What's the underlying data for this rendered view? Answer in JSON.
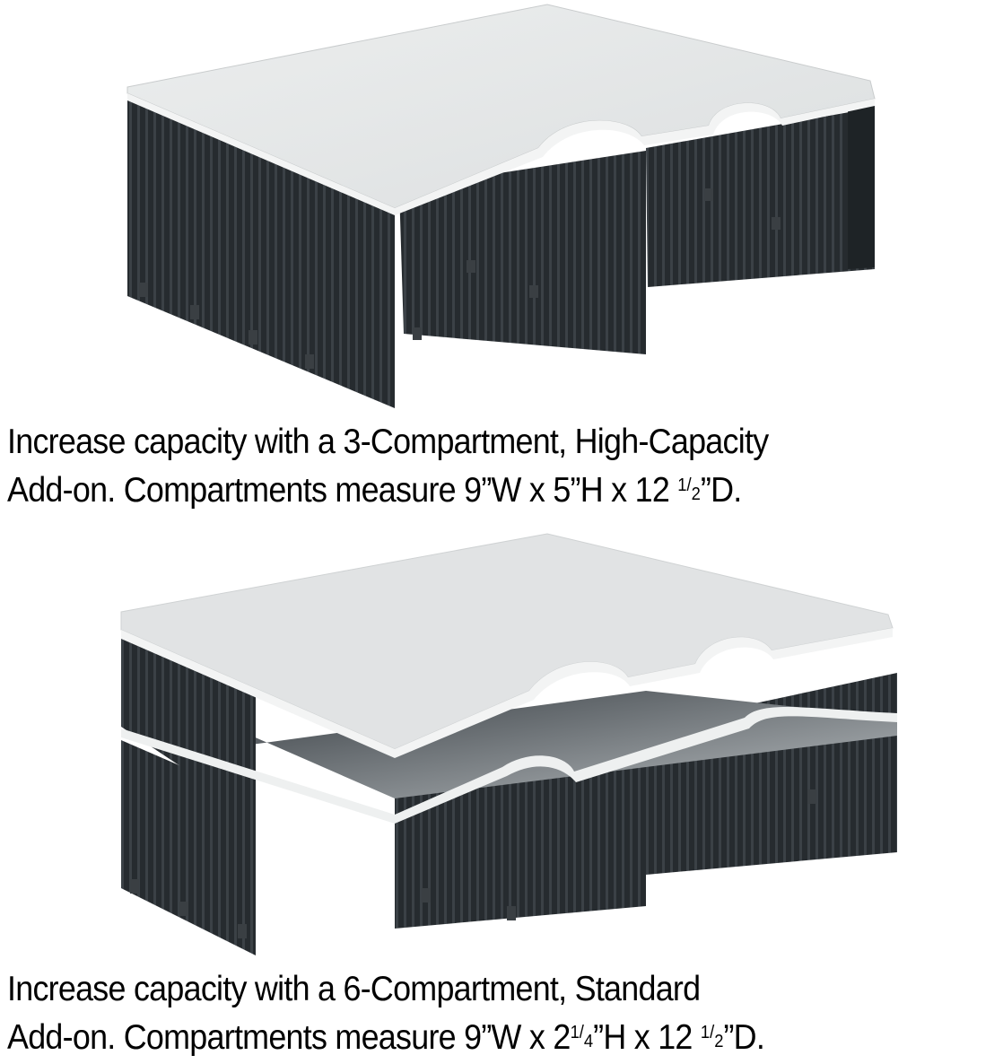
{
  "products": [
    {
      "name": "3-Compartment, High-Capacity Add-on",
      "caption": {
        "line1": "Increase capacity with a 3-Compartment, High-Capacity",
        "line2_prefix": "Add-on. Compartments measure 9”W x 5”H x 12 ",
        "line2_frac_num": "1",
        "line2_frac_sep": "/",
        "line2_frac_den": "2",
        "line2_suffix": "”D."
      },
      "dimensions": {
        "width": "9”",
        "height": "5”",
        "depth": "12 1/2”"
      },
      "compartments": 3
    },
    {
      "name": "6-Compartment, Standard Add-on",
      "caption": {
        "line1": "Increase capacity with a 6-Compartment, Standard",
        "line2_prefix": "Add-on. Compartments measure 9”W x 2",
        "line2_h_num": "1",
        "line2_h_sep": "/",
        "line2_h_den": "4",
        "line2_mid": "”H x 12 ",
        "line2_frac_num": "1",
        "line2_frac_sep": "/",
        "line2_frac_den": "2",
        "line2_suffix": "”D."
      },
      "dimensions": {
        "width": "9”",
        "height": "2 1/4”",
        "depth": "12 1/2”"
      },
      "compartments": 6
    }
  ],
  "colors": {
    "top": "#e4e6e7",
    "edge": "#f4f5f5",
    "body": "#2a2f33",
    "rib": "#3d4348",
    "shelf": "#9aa0a4"
  }
}
